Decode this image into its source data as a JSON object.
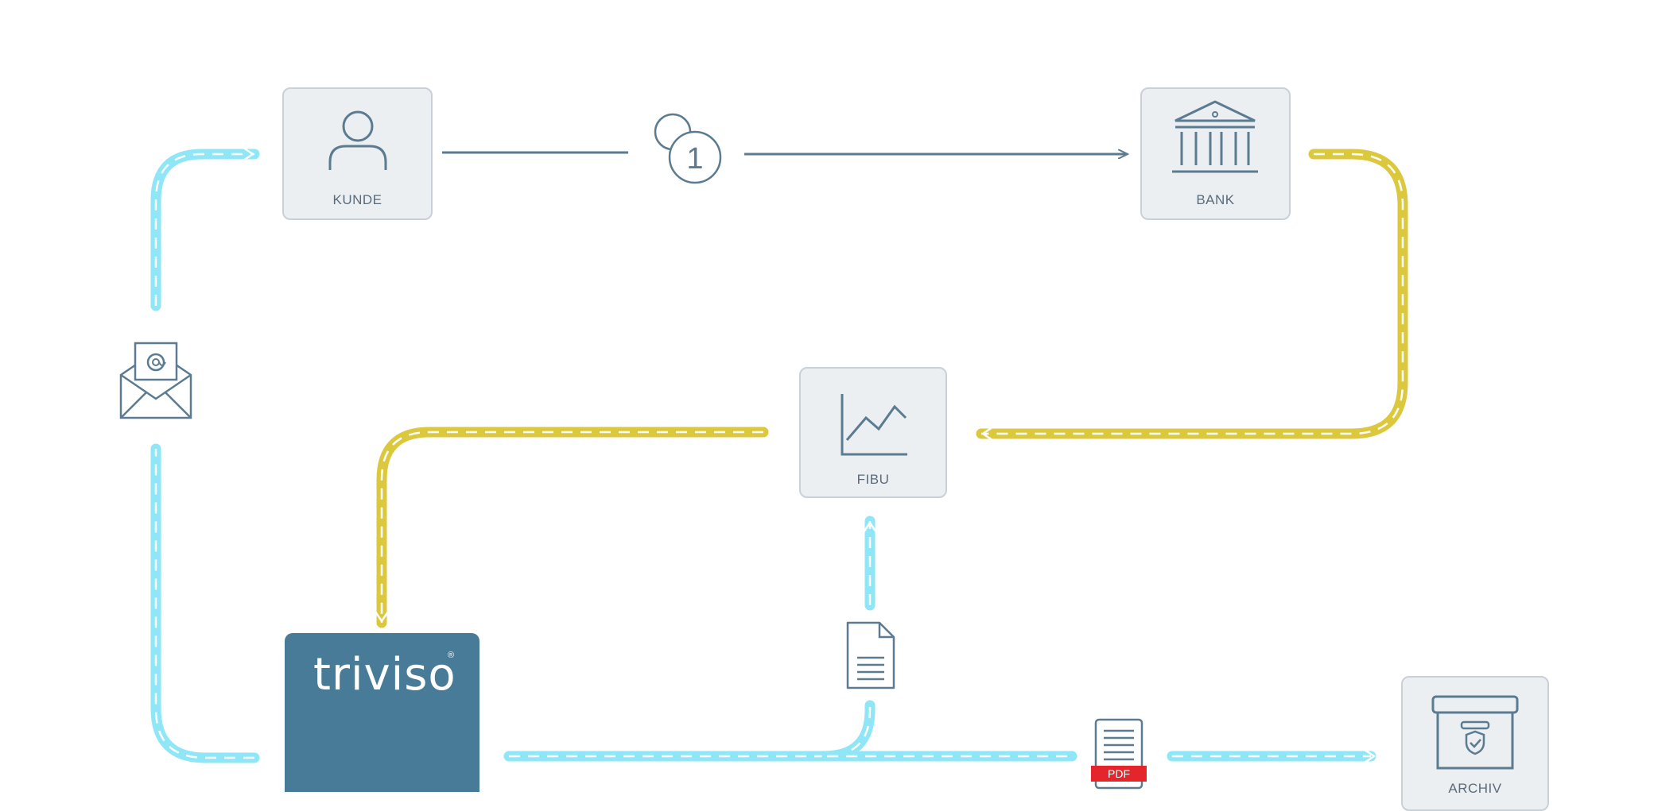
{
  "nodes": {
    "kunde": {
      "label": "KUNDE",
      "icon": "person-icon"
    },
    "bank": {
      "label": "BANK",
      "icon": "bank-building-icon"
    },
    "fibu": {
      "label": "FIBU",
      "icon": "line-chart-icon"
    },
    "archiv": {
      "label": "ARCHIV",
      "icon": "archive-box-icon"
    }
  },
  "brand": {
    "name": "triviso",
    "registered": "®"
  },
  "step_marker": {
    "number": "1"
  },
  "icons": {
    "email": "email-envelope-icon",
    "document": "document-icon",
    "pdf": "pdf-file-icon"
  },
  "pdf_badge": "PDF",
  "colors": {
    "flow_blue": "#8ee6f6",
    "flow_yellow": "#dcc83c",
    "line_slate": "#5b7b91",
    "brand_teal": "#487b97",
    "box_fill": "#eceff2",
    "box_border": "#c9d0d7"
  }
}
